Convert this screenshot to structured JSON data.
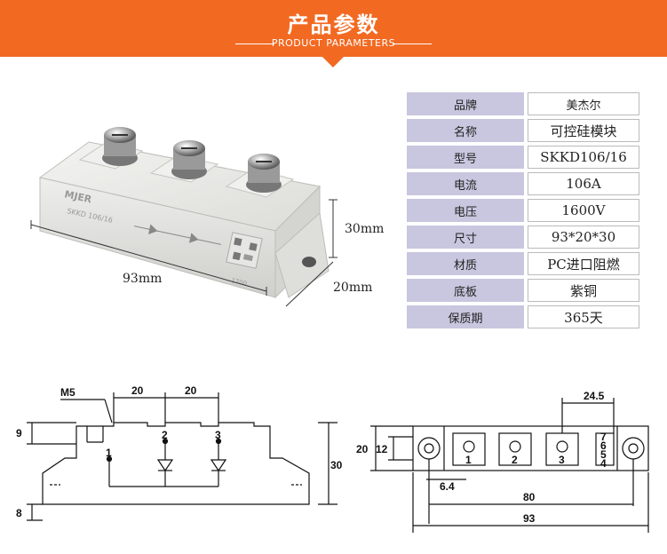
{
  "header": {
    "title": "产品参数",
    "subtitle": "PRODUCT PARAMETERS"
  },
  "photo": {
    "brand_mark": "MJER",
    "model_mark": "SKKD 106/16",
    "lot_mark": "1700",
    "dim_length": "93mm",
    "dim_height": "30mm",
    "dim_width": "20mm"
  },
  "specs": [
    {
      "key": "品牌",
      "value": "美杰尔"
    },
    {
      "key": "名称",
      "value": "可控硅模块"
    },
    {
      "key": "型号",
      "value": "SKKD106/16"
    },
    {
      "key": "电流",
      "value": "106A"
    },
    {
      "key": "电压",
      "value": "1600V"
    },
    {
      "key": "尺寸",
      "value": "93*20*30"
    },
    {
      "key": "材质",
      "value": "PC进口阻燃"
    },
    {
      "key": "底板",
      "value": "紫铜"
    },
    {
      "key": "保质期",
      "value": "365天"
    }
  ],
  "side_drawing": {
    "screw": "M5",
    "pitch1": "20",
    "pitch2": "20",
    "height_top": "9",
    "height_total": "30",
    "height_bottom": "8",
    "pin1": "1",
    "pin2": "2",
    "pin3": "3"
  },
  "top_drawing": {
    "dim_offset": "24.5",
    "dim_height": "20",
    "dim_inner": "12",
    "dim_hole": "6.4",
    "dim_pitch": "80",
    "dim_total": "93",
    "pin1": "1",
    "pin2": "2",
    "pin3": "3",
    "aux_pins": [
      "7",
      "6",
      "5",
      "4"
    ]
  },
  "colors": {
    "banner": "#f26a22",
    "label_bg": "#c9c6df"
  }
}
